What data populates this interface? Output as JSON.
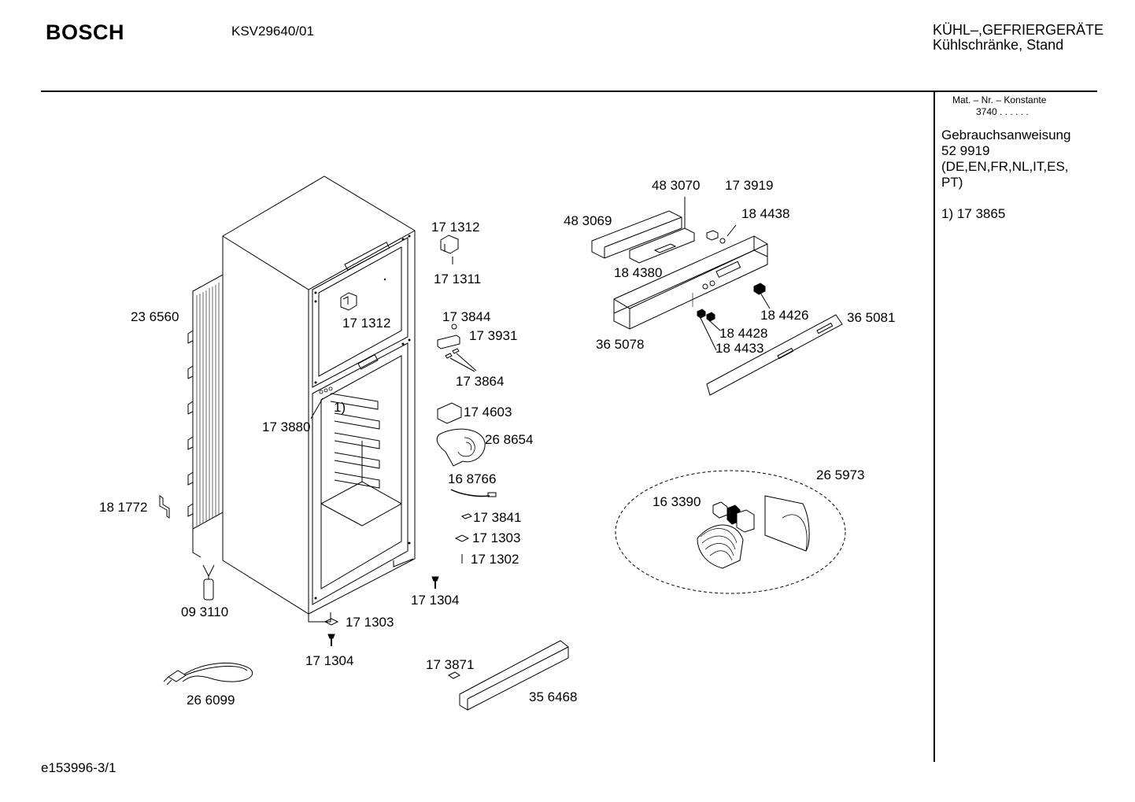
{
  "header": {
    "brand": "BOSCH",
    "model": "KSV29640/01",
    "category_line1": "KÜHL–,GEFRIERGERÄTE",
    "category_line2": "Kühlschränke, Stand"
  },
  "sidebar": {
    "mat_label": "Mat. – Nr. – Konstante",
    "mat_value": "3740 . . . . . .",
    "manual_title": "Gebrauchsanweisung",
    "manual_number": "52 9919",
    "manual_languages": "(DE,EN,FR,NL,IT,ES, PT)",
    "footnote": "1) 17 3865"
  },
  "parts": {
    "p236560": "23 6560",
    "p181772": "18 1772",
    "p093110": "09 3110",
    "p266099": "26 6099",
    "p171312a": "17 1312",
    "p171311": "17 1311",
    "p171312b": "17 1312",
    "p173844": "17 3844",
    "p173931": "17 3931",
    "p173864": "17 3864",
    "p174603": "17 4603",
    "p268654": "26 8654",
    "p168766": "16 8766",
    "p173841": "17 3841",
    "p171303a": "17 1303",
    "p171302": "17 1302",
    "p171304a": "17 1304",
    "p171303b": "17 1303",
    "p171304b": "17 1304",
    "p173880": "17 3880",
    "fn1": "1)",
    "p173871": "17 3871",
    "p356468": "35 6468",
    "p483070": "48 3070",
    "p173919": "17 3919",
    "p483069": "48 3069",
    "p184438": "18 4438",
    "p184380": "18 4380",
    "p184426": "18 4426",
    "p365081": "36 5081",
    "p365078": "36 5078",
    "p184428": "18 4428",
    "p184433": "18 4433",
    "p265973": "26 5973",
    "p163390": "16 3390"
  },
  "footer": {
    "drawing_id": "e153996-3/1"
  }
}
